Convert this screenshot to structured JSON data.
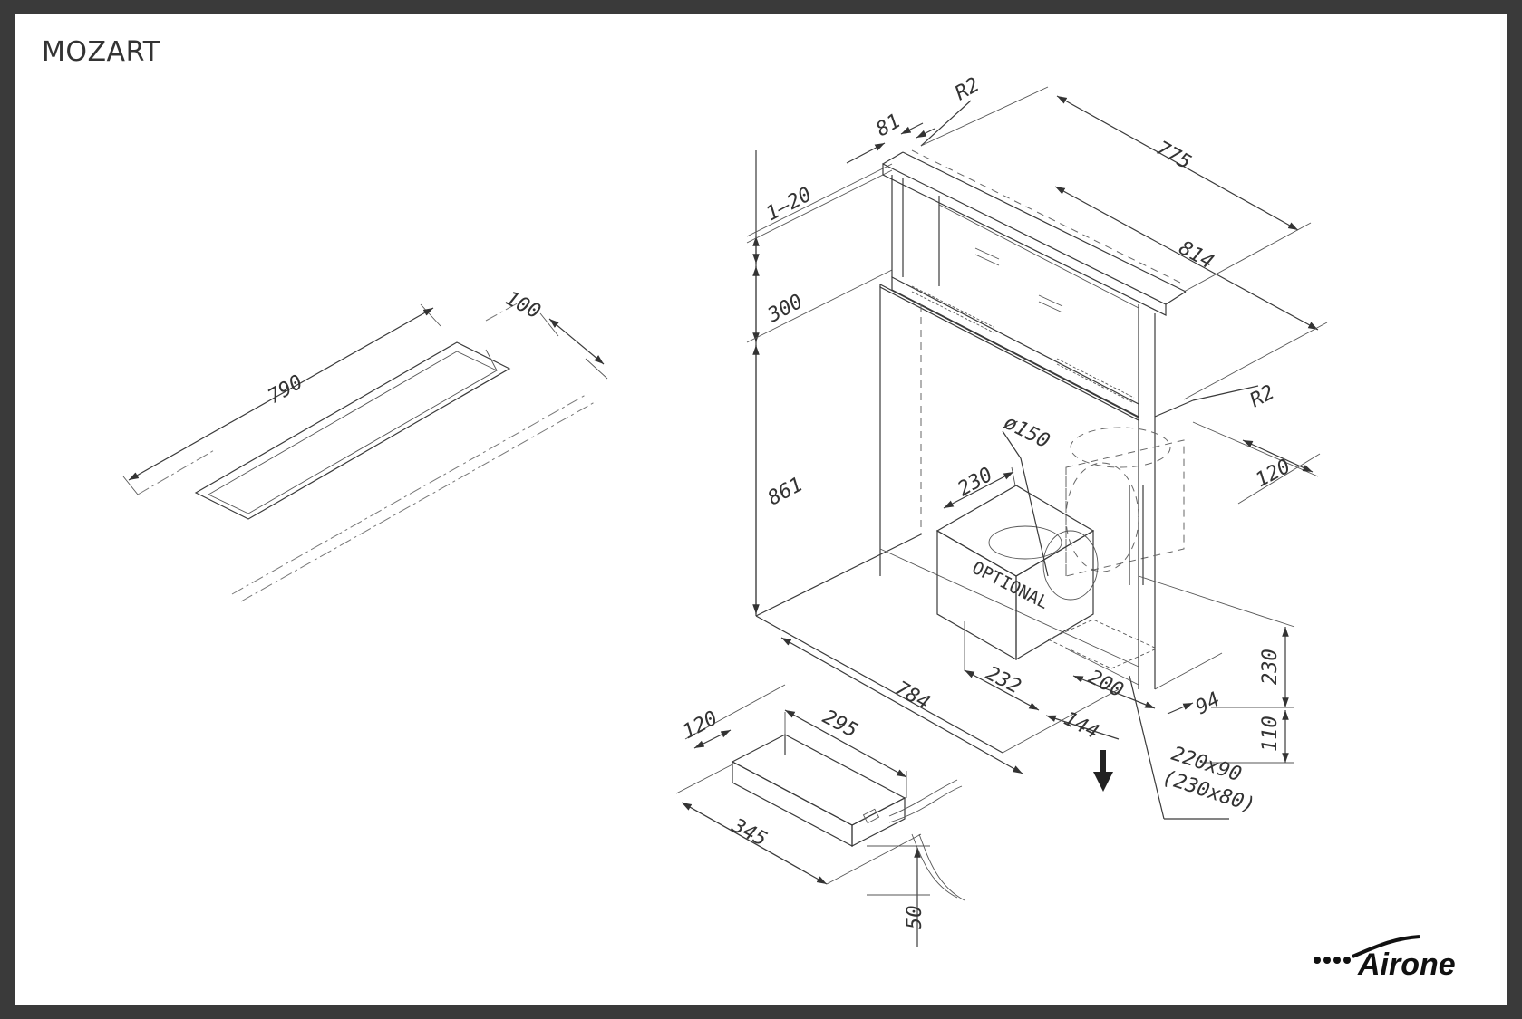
{
  "title": "MOZART",
  "logo": {
    "text": "Airone",
    "icon": "airone-logo"
  },
  "hob_cutout": {
    "length": "790",
    "width": "100"
  },
  "unit": {
    "radius_top": "R2",
    "radius_side": "R2",
    "depth_top": "81",
    "length_top": "775",
    "length_full": "814",
    "adjust": "1–20",
    "rise_height": "300",
    "body_height": "861",
    "diameter": "ø150",
    "outlet_width": "230",
    "optional_label": "OPTIONAL",
    "side_depth": "120",
    "optional_width": "232",
    "base_length": "784",
    "offset_144": "144",
    "outlet_200": "200",
    "offset_94": "94",
    "height_230": "230",
    "height_110": "110",
    "duct_size": "220x90",
    "duct_size_alt": "(230x80)"
  },
  "power_supply": {
    "width": "120",
    "depth": "295",
    "length": "345",
    "height": "50"
  }
}
